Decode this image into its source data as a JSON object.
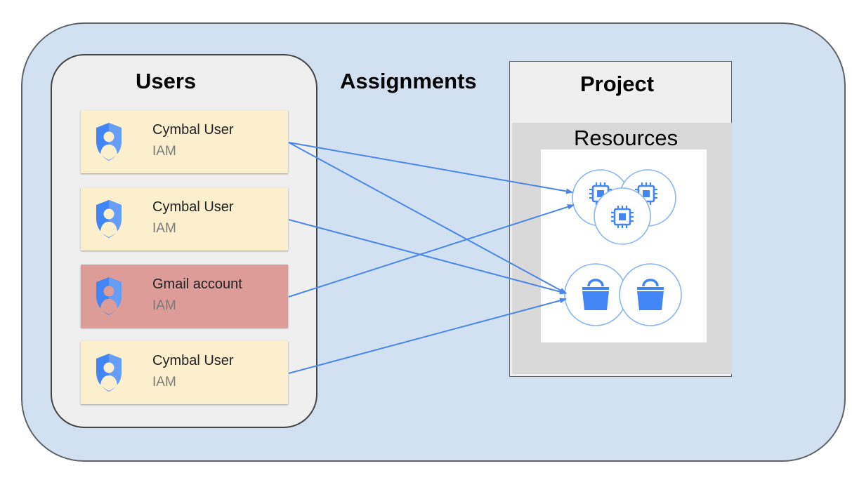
{
  "headings": {
    "users": "Users",
    "assignments": "Assignments",
    "project": "Project",
    "resources": "Resources"
  },
  "users": [
    {
      "name": "Cymbal User",
      "sub": "IAM",
      "kind": "cymbal"
    },
    {
      "name": "Cymbal User",
      "sub": "IAM",
      "kind": "cymbal"
    },
    {
      "name": "Gmail account",
      "sub": "IAM",
      "kind": "gmail"
    },
    {
      "name": "Cymbal User",
      "sub": "IAM",
      "kind": "cymbal"
    }
  ],
  "resources": {
    "compute_icon": "chip-icon",
    "storage_icon": "bucket-icon",
    "compute_count": 3,
    "storage_count": 2
  },
  "colors": {
    "outer_bg": "#d2e1f2",
    "panel_bg": "#efefef",
    "cymbal_card": "#fcefcd",
    "gmail_card": "#dd9c98",
    "accent_blue": "#4a86e8",
    "icon_blue": "#4285f4"
  }
}
